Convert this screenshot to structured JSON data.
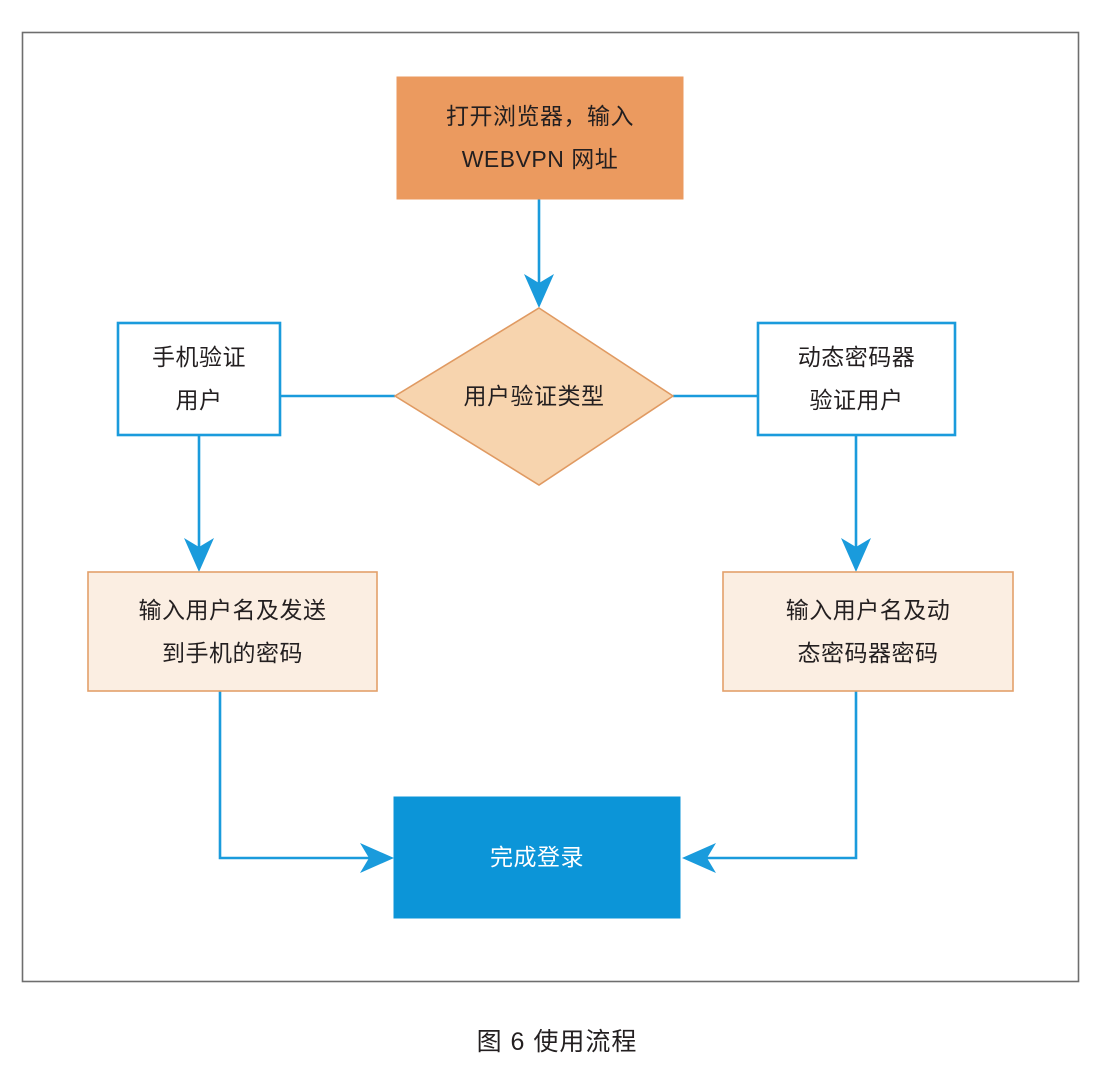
{
  "figure": {
    "caption": "图 6  使用流程",
    "border_color": "#6e6e6e",
    "background": "#ffffff"
  },
  "palette": {
    "start_fill": "#eb9a5f",
    "start_stroke": "#eb9a5f",
    "decision_fill": "#f7d4ae",
    "decision_stroke": "#e09a62",
    "branch_fill": "#ffffff",
    "branch_stroke": "#1a9bdc",
    "action_fill": "#fbeee2",
    "action_stroke": "#e3a06a",
    "end_fill": "#0c95d8",
    "end_text": "#ffffff",
    "connector": "#1a9bdc",
    "text": "#231f20"
  },
  "nodes": {
    "start": {
      "name": "open-browser-enter-webvpn-url",
      "shape": "rectangle",
      "line1": "打开浏览器，输入",
      "line2": "WEBVPN 网址"
    },
    "decision": {
      "name": "user-verification-type",
      "shape": "diamond",
      "line1": "用户验证类型"
    },
    "branch_left": {
      "name": "mobile-verification-user",
      "shape": "rectangle",
      "line1": "手机验证",
      "line2": "用户"
    },
    "branch_right": {
      "name": "token-verification-user",
      "shape": "rectangle",
      "line1": "动态密码器",
      "line2": "验证用户"
    },
    "action_left": {
      "name": "enter-username-and-sms-password",
      "shape": "rectangle",
      "line1": "输入用户名及发送",
      "line2": "到手机的密码"
    },
    "action_right": {
      "name": "enter-username-and-token-password",
      "shape": "rectangle",
      "line1": "输入用户名及动",
      "line2": "态密码器密码"
    },
    "end": {
      "name": "login-complete",
      "shape": "rectangle",
      "line1": "完成登录"
    }
  },
  "connectors": [
    {
      "name": "start-to-decision",
      "from": "start",
      "to": "decision",
      "arrow": true
    },
    {
      "name": "decision-to-branch-left",
      "from": "decision",
      "to": "branch_left",
      "arrow": false
    },
    {
      "name": "decision-to-branch-right",
      "from": "decision",
      "to": "branch_right",
      "arrow": false
    },
    {
      "name": "branch-left-to-action-left",
      "from": "branch_left",
      "to": "action_left",
      "arrow": true
    },
    {
      "name": "branch-right-to-action-right",
      "from": "branch_right",
      "to": "action_right",
      "arrow": true
    },
    {
      "name": "action-left-to-end",
      "from": "action_left",
      "to": "end",
      "arrow": true
    },
    {
      "name": "action-right-to-end",
      "from": "action_right",
      "to": "end",
      "arrow": true
    }
  ]
}
